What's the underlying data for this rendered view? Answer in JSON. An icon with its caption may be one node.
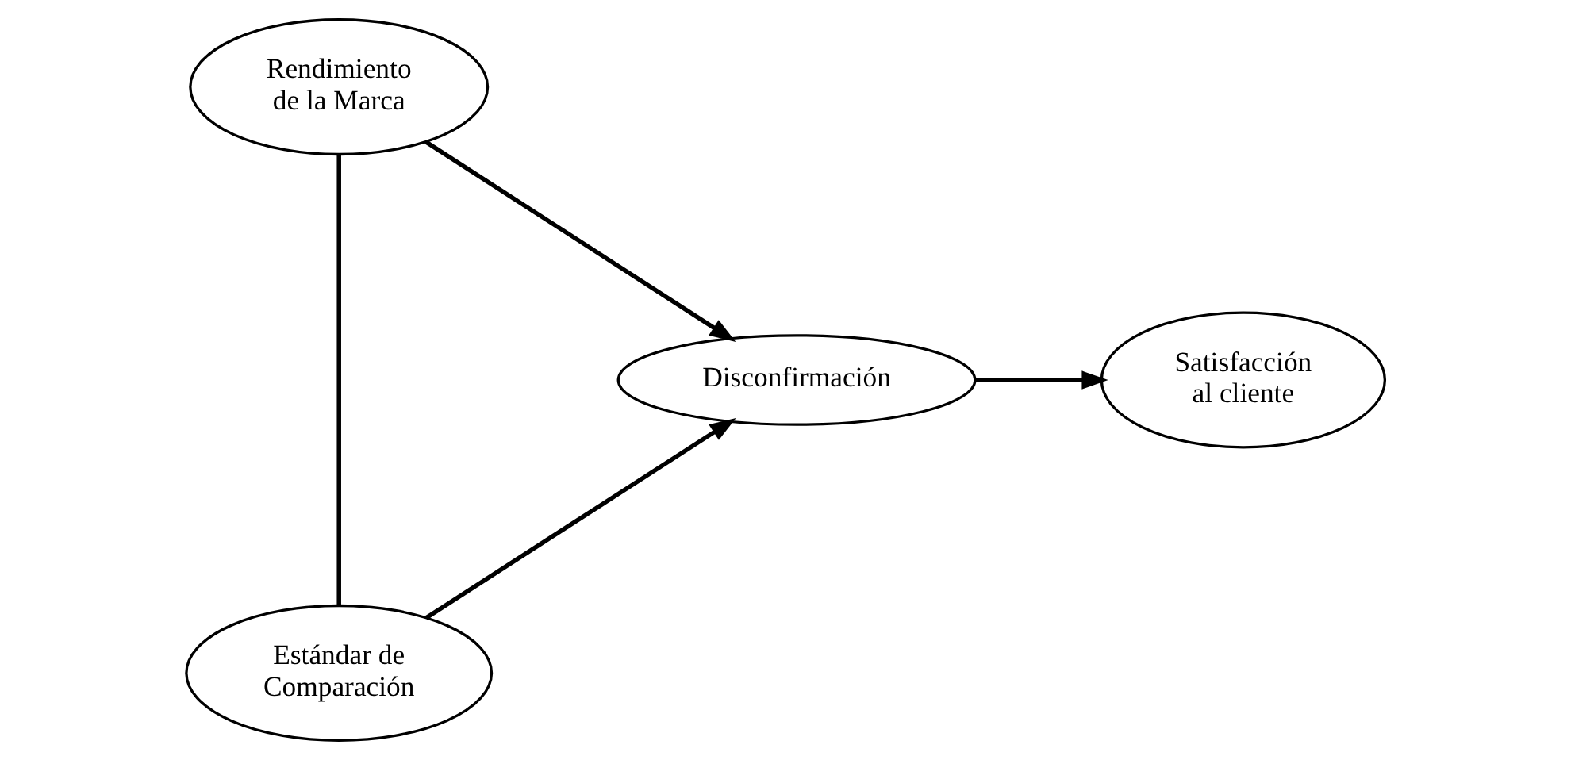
{
  "diagram": {
    "nodes": [
      {
        "text": [
          "Rendimiento de la Marca"
        ]
      },
      {
        "text": [
          "Estándar de Comparación"
        ]
      },
      {
        "text": [
          "Disconfirmación"
        ]
      },
      {
        "text": [
          "Satisfacción al cliente"
        ]
      }
    ],
    "edges": [
      {
        "from": 0,
        "to": 2,
        "arrow": "to"
      },
      {
        "from": 1,
        "to": 2,
        "arrow": "to"
      },
      {
        "from": 2,
        "to": 3,
        "arrow": "to"
      },
      {
        "from": 0,
        "to": 1,
        "arrow": "none"
      }
    ]
  }
}
